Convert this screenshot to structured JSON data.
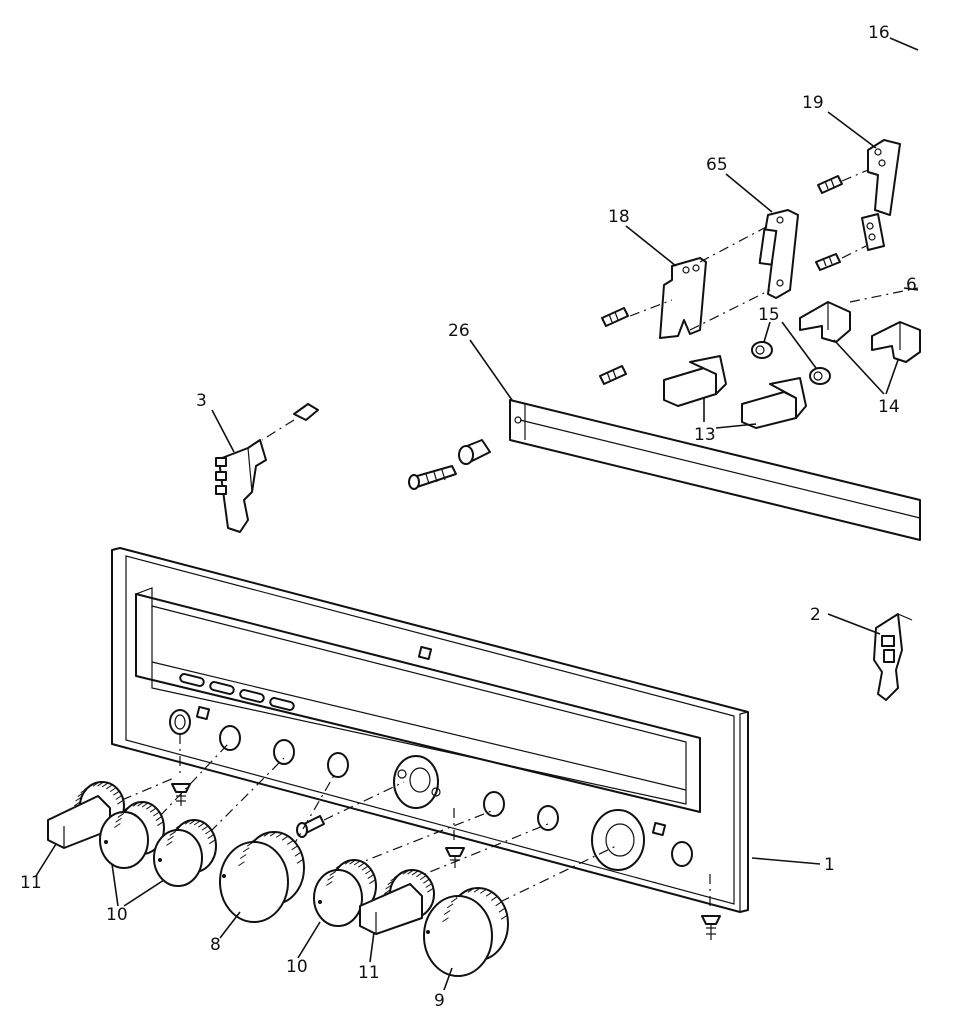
{
  "diagram": {
    "callouts": [
      {
        "id": "c16",
        "text": "16"
      },
      {
        "id": "c19",
        "text": "19"
      },
      {
        "id": "c65",
        "text": "65"
      },
      {
        "id": "c18",
        "text": "18"
      },
      {
        "id": "c15",
        "text": "15"
      },
      {
        "id": "c26",
        "text": "26"
      },
      {
        "id": "c14",
        "text": "14"
      },
      {
        "id": "c13",
        "text": "13"
      },
      {
        "id": "c3",
        "text": "3"
      },
      {
        "id": "c2",
        "text": "2"
      },
      {
        "id": "c1",
        "text": "1"
      },
      {
        "id": "c11a",
        "text": "11"
      },
      {
        "id": "c10a",
        "text": "10"
      },
      {
        "id": "c8",
        "text": "8"
      },
      {
        "id": "c10b",
        "text": "10"
      },
      {
        "id": "c11b",
        "text": "11"
      },
      {
        "id": "c9",
        "text": "9"
      },
      {
        "id": "c6",
        "text": "6"
      }
    ],
    "colors": {
      "line": "#111111",
      "background": "#ffffff"
    }
  }
}
